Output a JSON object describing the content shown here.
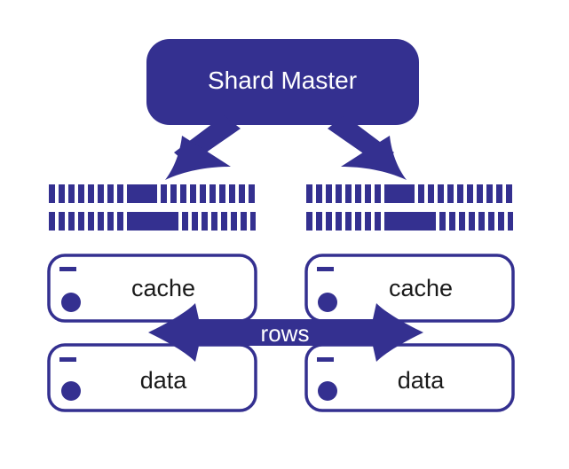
{
  "master": {
    "label": "Shard Master"
  },
  "nodes": {
    "left_top": {
      "label": "cache"
    },
    "right_top": {
      "label": "cache"
    },
    "left_bottom": {
      "label": "data"
    },
    "right_bottom": {
      "label": "data"
    }
  },
  "arrow": {
    "label": "rows"
  },
  "colors": {
    "primary": "#343090",
    "background": "#ffffff",
    "master_text": "#ffffff",
    "node_text": "#1a1a1a"
  }
}
